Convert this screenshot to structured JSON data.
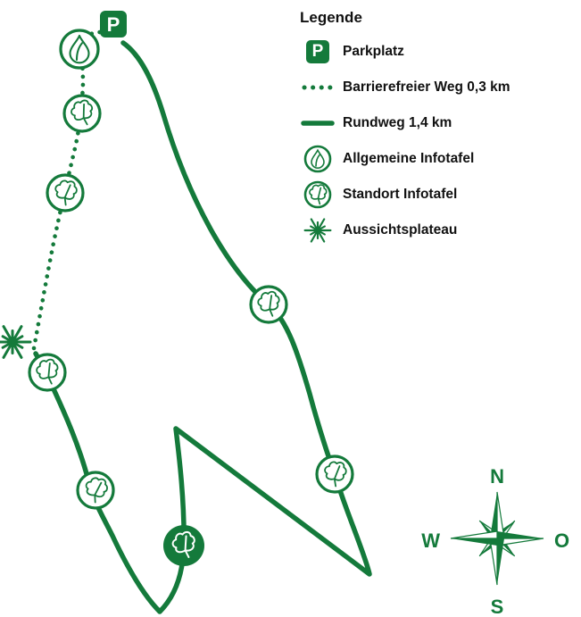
{
  "colors": {
    "green": "#147a3b",
    "text": "#111111",
    "background": "#ffffff"
  },
  "legend": {
    "title": "Legende",
    "items": [
      {
        "icon": "parking-icon",
        "label": "Parkplatz"
      },
      {
        "icon": "dotted-trail-icon",
        "label": "Barrierefreier Weg 0,3 km"
      },
      {
        "icon": "solid-trail-icon",
        "label": "Rundweg 1,4 km"
      },
      {
        "icon": "general-infoboard-icon",
        "label": "Allgemeine Infotafel"
      },
      {
        "icon": "site-infoboard-icon",
        "label": "Standort Infotafel"
      },
      {
        "icon": "viewpoint-icon",
        "label": "Aussichtsplateau"
      }
    ]
  },
  "map": {
    "parking_label": "P"
  },
  "compass": {
    "north": "N",
    "east": "O",
    "south": "S",
    "west": "W"
  }
}
